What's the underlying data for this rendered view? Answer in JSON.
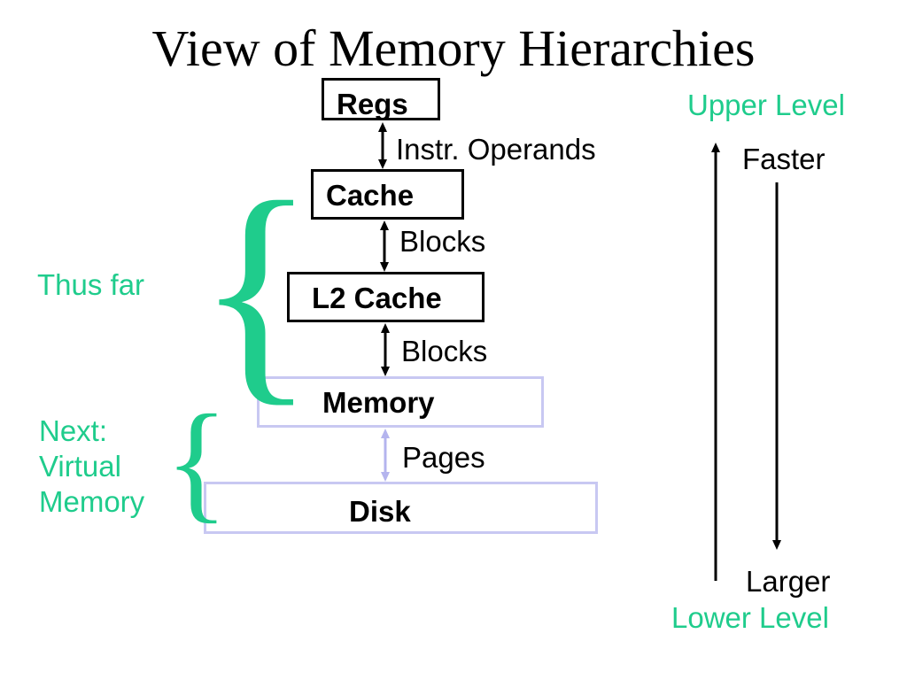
{
  "title": "View of Memory Hierarchies",
  "levels": {
    "regs": "Regs",
    "cache": "Cache",
    "l2": "L2 Cache",
    "memory": "Memory",
    "disk": "Disk"
  },
  "transfers": {
    "regs_cache": "Instr. Operands",
    "cache_l2": "Blocks",
    "l2_memory": "Blocks",
    "memory_disk": "Pages"
  },
  "groups": {
    "thus_far": "Thus far",
    "next": [
      "Next:",
      "Virtual",
      "Memory"
    ]
  },
  "scale": {
    "upper": "Upper Level",
    "faster": "Faster",
    "larger": "Larger",
    "lower": "Lower Level"
  },
  "colors": {
    "accent": "#1fcc8c",
    "light_box": "#c8c8f2",
    "light_arrow": "#b4b4ee"
  }
}
